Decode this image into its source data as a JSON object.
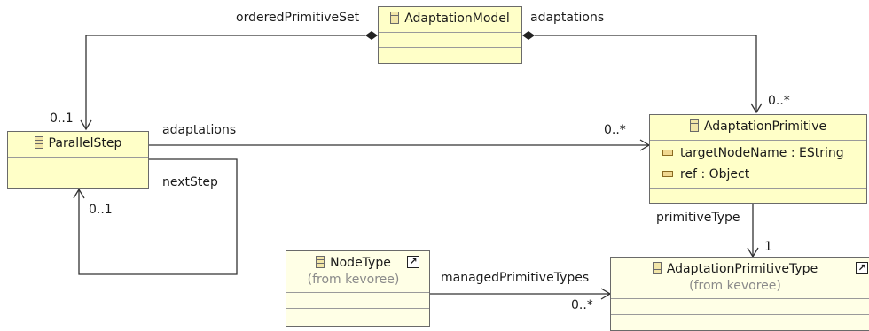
{
  "classes": {
    "adaptation_model": {
      "name": "AdaptationModel"
    },
    "parallel_step": {
      "name": "ParallelStep"
    },
    "adaptation_primitive": {
      "name": "AdaptationPrimitive",
      "attributes": [
        "targetNodeName : EString",
        "ref : Object"
      ]
    },
    "node_type": {
      "name": "NodeType",
      "origin": "(from kevoree)"
    },
    "adaptation_primitive_type": {
      "name": "AdaptationPrimitiveType",
      "origin": "(from kevoree)"
    }
  },
  "relations": {
    "ordered_primitive_set": {
      "role": "orderedPrimitiveSet",
      "multiplicity": "0..1"
    },
    "model_adaptations": {
      "role": "adaptations",
      "multiplicity": "0..*"
    },
    "step_adaptations": {
      "role": "adaptations",
      "multiplicity": "0..*"
    },
    "next_step": {
      "role": "nextStep",
      "multiplicity": "0..1"
    },
    "primitive_type": {
      "role": "primitiveType",
      "multiplicity": "1"
    },
    "managed_primitive_types": {
      "role": "managedPrimitiveTypes",
      "multiplicity": "0..*"
    }
  }
}
